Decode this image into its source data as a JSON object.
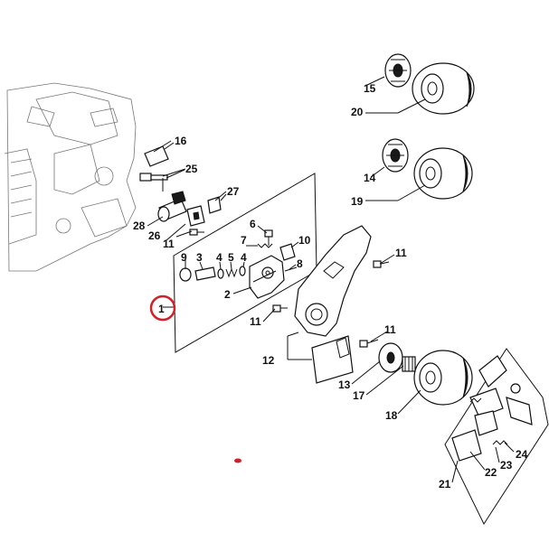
{
  "highlight_color": "#d0212a",
  "callouts": {
    "c1": "1",
    "c2": "2",
    "c3": "3",
    "c4a": "4",
    "c4b": "4",
    "c5": "5",
    "c6": "6",
    "c7": "7",
    "c8": "8",
    "c9": "9",
    "c10": "10",
    "c11a": "11",
    "c11b": "11",
    "c11c": "11",
    "c11d": "11",
    "c12": "12",
    "c13": "13",
    "c14": "14",
    "c15": "15",
    "c16": "16",
    "c17": "17",
    "c18": "18",
    "c19": "19",
    "c20": "20",
    "c21": "21",
    "c22": "22",
    "c23": "23",
    "c24": "24",
    "c25": "25",
    "c26": "26",
    "c27": "27",
    "c28": "28"
  },
  "highlighted_callout": "1"
}
